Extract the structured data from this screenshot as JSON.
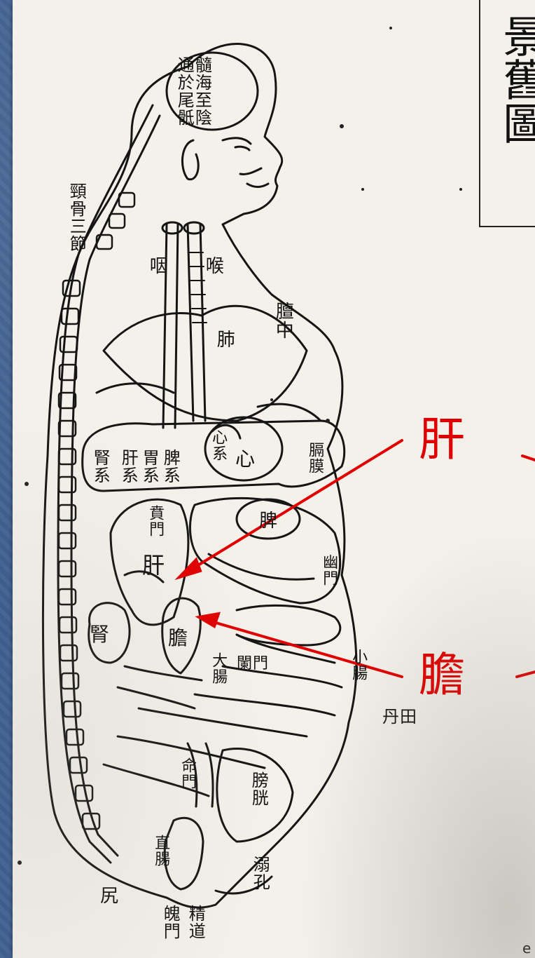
{
  "title": "景舊圖",
  "labels": {
    "brain": "髓海至陰通於尾骶",
    "spine": "頸骨三節",
    "pharynx": "咽",
    "throat": "喉",
    "lung": "肺",
    "chest": "膻中",
    "heart_root": "心系",
    "heart": "心",
    "kidney_sys": "腎系",
    "liver_sys": "肝系",
    "stomach_sys": "胃系",
    "spleen_sys": "脾系",
    "diaphragm": "膈膜",
    "cardia": "賁門",
    "spleen": "脾",
    "pylorus": "幽門",
    "liver": "肝",
    "gall": "膽",
    "kidney": "腎",
    "duodenum": "小腸",
    "ileocecal": "闌門",
    "large_int": "大腸",
    "small_int": "小腸",
    "dantian": "丹田",
    "ming_men": "命門",
    "bladder": "膀胱",
    "rectum": "直腸",
    "urethra": "溺孔",
    "anus": "尻",
    "po_men": "魄門",
    "sperm": "精道"
  },
  "annotations": {
    "liver": "肝",
    "gall": "膽"
  },
  "footer": "e",
  "colors": {
    "annotation": "#e00000",
    "ink": "#111111",
    "paper": "#f4f1ea",
    "background": "#3f5f8f"
  }
}
